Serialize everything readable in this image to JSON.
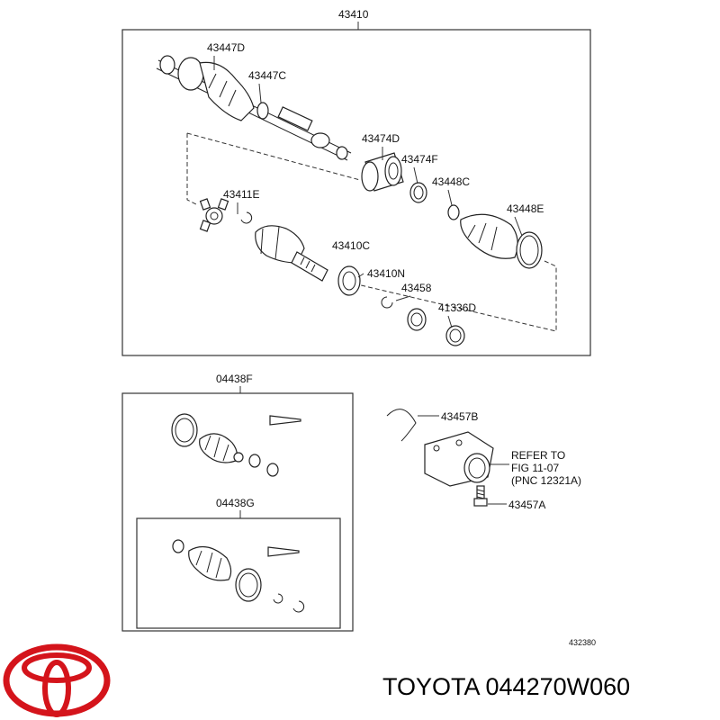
{
  "diagram": {
    "assembly_label": "43410",
    "drawing_number": "432380",
    "parts": {
      "p43447D": "43447D",
      "p43447C": "43447C",
      "p43474D": "43474D",
      "p43474F": "43474F",
      "p43448C": "43448C",
      "p43448E": "43448E",
      "p43411E": "43411E",
      "p43410C": "43410C",
      "p43410N": "43410N",
      "p43458": "43458",
      "p41336D": "41336D",
      "p04438F": "04438F",
      "p04438G": "04438G",
      "p43457B": "43457B",
      "p43457A": "43457A"
    },
    "refer_note": [
      "REFER TO",
      "FIG 11-07",
      "(PNC 12321A)"
    ]
  },
  "footer": {
    "brand_text": "TOYOTA 044270W060",
    "logo_name": "toyota-logo",
    "logo_color": "#d4141b"
  }
}
